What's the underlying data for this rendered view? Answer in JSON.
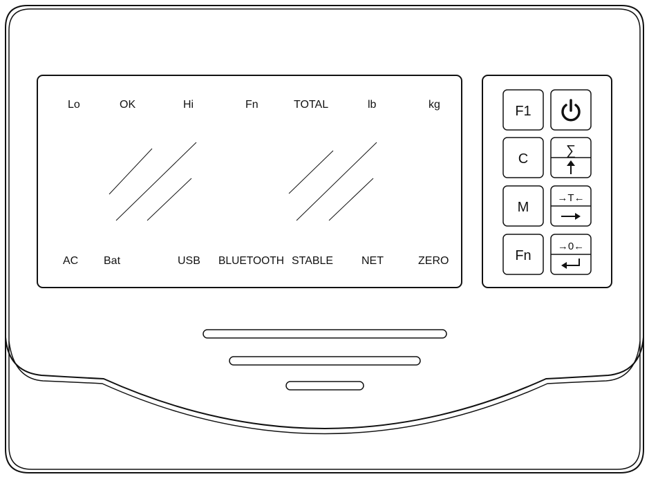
{
  "display": {
    "top_labels": [
      "Lo",
      "OK",
      "Hi",
      "Fn",
      "TOTAL",
      "lb",
      "kg"
    ],
    "bottom_labels": [
      "AC",
      "Bat",
      "USB",
      "BLUETOOTH",
      "STABLE",
      "NET",
      "ZERO"
    ]
  },
  "keypad": {
    "f1": "F1",
    "c": "C",
    "m": "M",
    "fn": "Fn",
    "power_icon": "power-icon",
    "sum_symbol": "∑",
    "tare_symbol": "→T←",
    "zero_symbol": "→0←"
  }
}
